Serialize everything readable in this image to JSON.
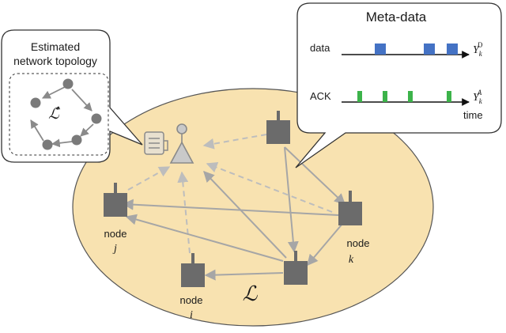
{
  "colors": {
    "region_fill": "#f8e2b0",
    "region_stroke": "#555555",
    "node": "#6b6b6b",
    "link": "#a6a6a6",
    "dashed_link": "#bdbdbd",
    "data_pulse": "#4472c4",
    "ack_pulse": "#3cb34a",
    "est_node": "#7a7a7a",
    "callout_border": "#333333"
  },
  "region_label": "ℒ",
  "nodes": {
    "i": {
      "word": "node",
      "id": "i"
    },
    "j": {
      "word": "node",
      "id": "j"
    },
    "k": {
      "word": "node",
      "id": "k"
    }
  },
  "estimated": {
    "title_line1": "Estimated",
    "title_line2": "network topology",
    "symbol": "ℒ̂"
  },
  "metadata": {
    "title": "Meta-data",
    "data_label": "data",
    "ack_label": "ACK",
    "time_label": "time",
    "y_data": "Y",
    "y_data_sub": "k",
    "y_data_sup": "D",
    "y_ack": "Y",
    "y_ack_sub": "k",
    "y_ack_sup": "A"
  },
  "icons": {
    "monitor": "antenna-monitor-icon",
    "document": "document-log-icon"
  }
}
